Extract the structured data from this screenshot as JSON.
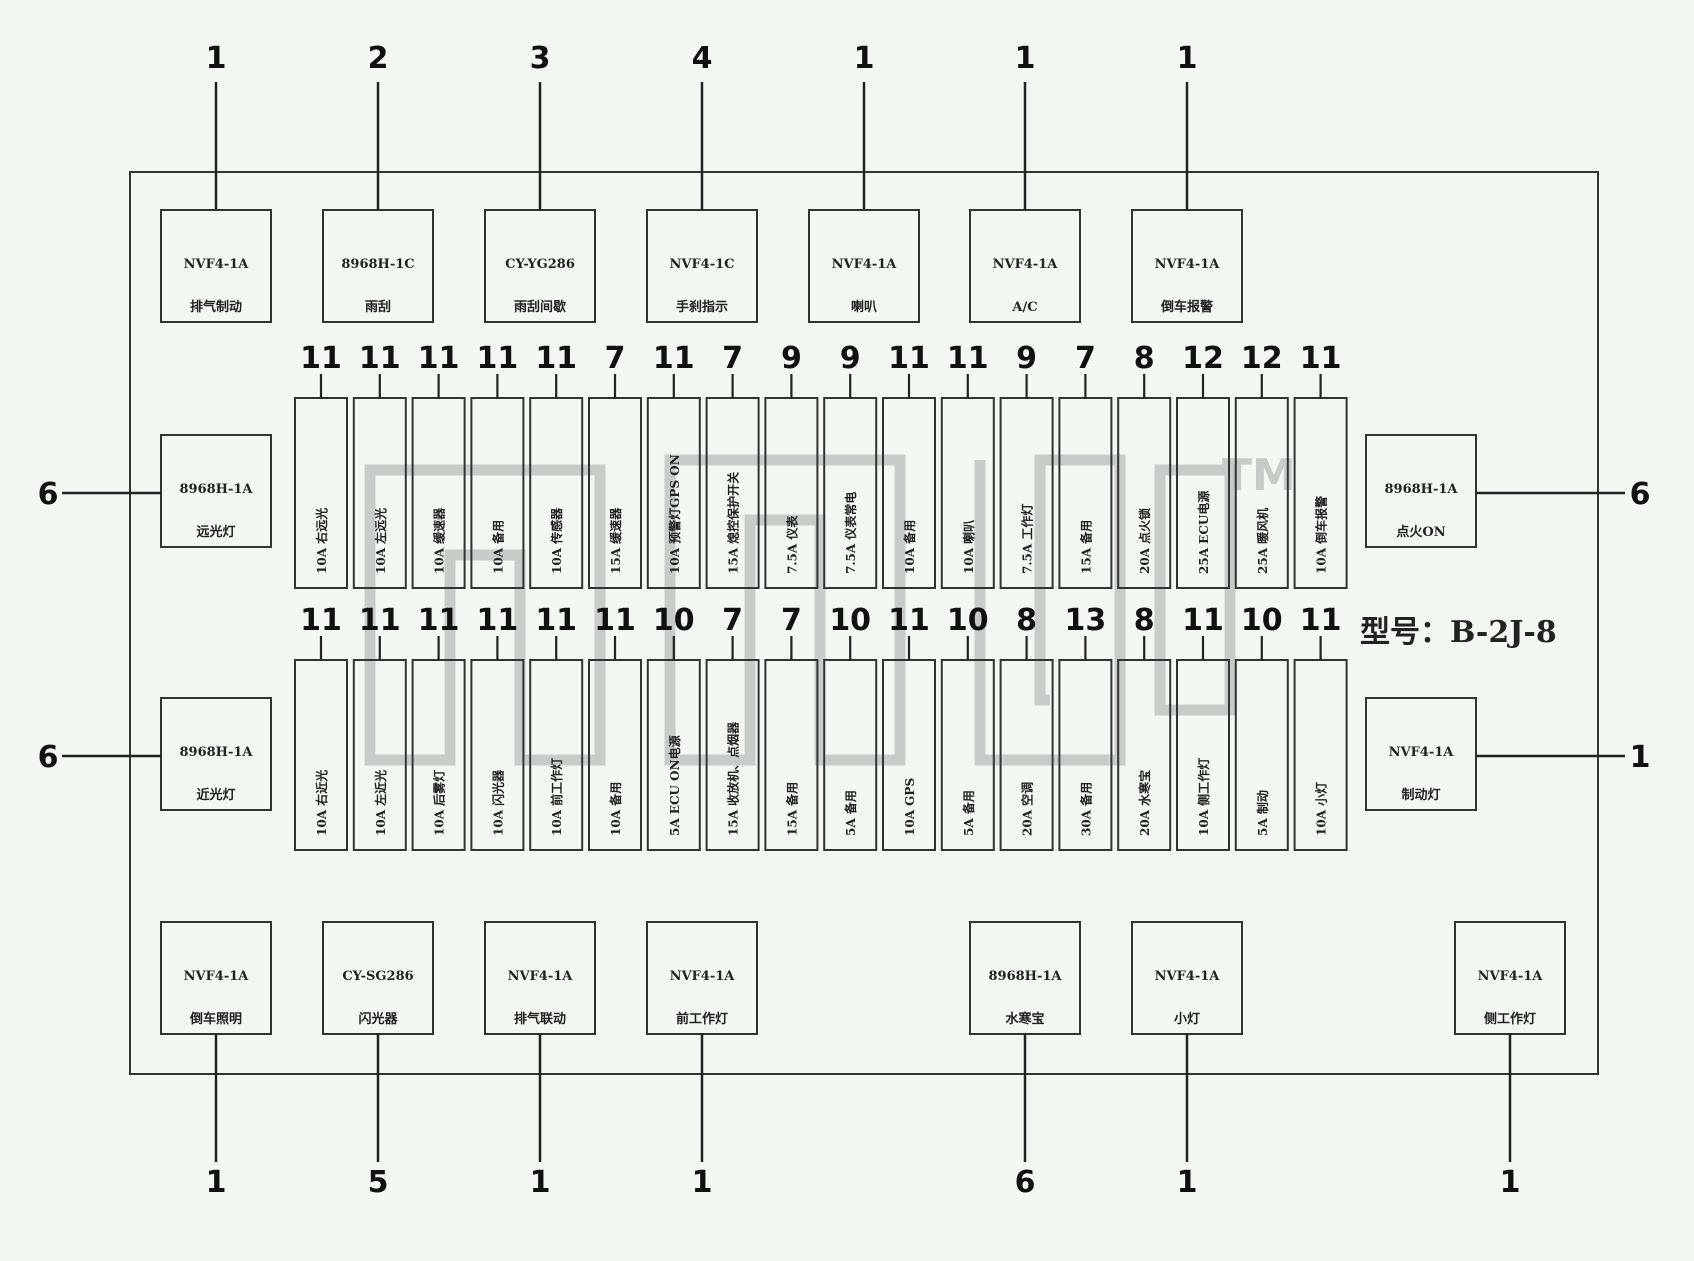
{
  "model_label": "型号：B-2J-8",
  "watermark_tm": "TM",
  "top_relays": [
    {
      "num": "1",
      "part": "NVF4-1A",
      "func": "排气制动"
    },
    {
      "num": "2",
      "part": "8968H-1C",
      "func": "雨刮"
    },
    {
      "num": "3",
      "part": "CY-YG286",
      "func": "雨刮间歇"
    },
    {
      "num": "4",
      "part": "NVF4-1C",
      "func": "手刹指示"
    },
    {
      "num": "1",
      "part": "NVF4-1A",
      "func": "喇叭"
    },
    {
      "num": "1",
      "part": "NVF4-1A",
      "func": "A/C"
    },
    {
      "num": "1",
      "part": "NVF4-1A",
      "func": "倒车报警"
    }
  ],
  "bottom_relays": [
    {
      "num": "1",
      "part": "NVF4-1A",
      "func": "倒车照明",
      "slot": 0
    },
    {
      "num": "5",
      "part": "CY-SG286",
      "func": "闪光器",
      "slot": 1
    },
    {
      "num": "1",
      "part": "NVF4-1A",
      "func": "排气联动",
      "slot": 2
    },
    {
      "num": "1",
      "part": "NVF4-1A",
      "func": "前工作灯",
      "slot": 3
    },
    {
      "num": "6",
      "part": "8968H-1A",
      "func": "水寒宝",
      "slot": 5
    },
    {
      "num": "1",
      "part": "NVF4-1A",
      "func": "小灯",
      "slot": 6
    },
    {
      "num": "1",
      "part": "NVF4-1A",
      "func": "侧工作灯",
      "slot": 8
    }
  ],
  "side_relays": {
    "left_top": {
      "num": "6",
      "part": "8968H-1A",
      "func": "远光灯"
    },
    "left_bottom": {
      "num": "6",
      "part": "8968H-1A",
      "func": "近光灯"
    },
    "right_top": {
      "num": "6",
      "part": "8968H-1A",
      "func": "点火ON"
    },
    "right_bottom": {
      "num": "1",
      "part": "NVF4-1A",
      "func": "制动灯"
    }
  },
  "fuse_row_top": [
    {
      "num": "11",
      "label": "10A 右远光"
    },
    {
      "num": "11",
      "label": "10A 左远光"
    },
    {
      "num": "11",
      "label": "10A 缓速器"
    },
    {
      "num": "11",
      "label": "10A 备用"
    },
    {
      "num": "11",
      "label": "10A 传感器"
    },
    {
      "num": "7",
      "label": "15A 缓速器"
    },
    {
      "num": "11",
      "label": "10A 预警灯GPS ON"
    },
    {
      "num": "7",
      "label": "15A 熄控保护开关"
    },
    {
      "num": "9",
      "label": "7.5A 仪表"
    },
    {
      "num": "9",
      "label": "7.5A 仪表常电"
    },
    {
      "num": "11",
      "label": "10A 备用"
    },
    {
      "num": "11",
      "label": "10A 喇叭"
    },
    {
      "num": "9",
      "label": "7.5A 工作灯"
    },
    {
      "num": "7",
      "label": "15A 备用"
    },
    {
      "num": "8",
      "label": "20A 点火锁"
    },
    {
      "num": "12",
      "label": "25A ECU电源"
    },
    {
      "num": "12",
      "label": "25A 暖风机"
    },
    {
      "num": "11",
      "label": "10A 倒车报警"
    }
  ],
  "fuse_row_bottom": [
    {
      "num": "11",
      "label": "10A 右近光"
    },
    {
      "num": "11",
      "label": "10A 左近光"
    },
    {
      "num": "11",
      "label": "10A 后雾灯"
    },
    {
      "num": "11",
      "label": "10A 闪光器"
    },
    {
      "num": "11",
      "label": "10A 前工作灯"
    },
    {
      "num": "11",
      "label": "10A 备用"
    },
    {
      "num": "10",
      "label": "5A ECU ON电源"
    },
    {
      "num": "7",
      "label": "15A 收放机、点烟器"
    },
    {
      "num": "7",
      "label": "15A 备用"
    },
    {
      "num": "10",
      "label": "5A 备用"
    },
    {
      "num": "11",
      "label": "10A GPS"
    },
    {
      "num": "10",
      "label": "5A 备用"
    },
    {
      "num": "8",
      "label": "20A 空调"
    },
    {
      "num": "13",
      "label": "30A 备用"
    },
    {
      "num": "8",
      "label": "20A 水寒宝"
    },
    {
      "num": "11",
      "label": "10A 侧工作灯"
    },
    {
      "num": "10",
      "label": "5A 制动"
    },
    {
      "num": "11",
      "label": "10A 小灯"
    }
  ]
}
